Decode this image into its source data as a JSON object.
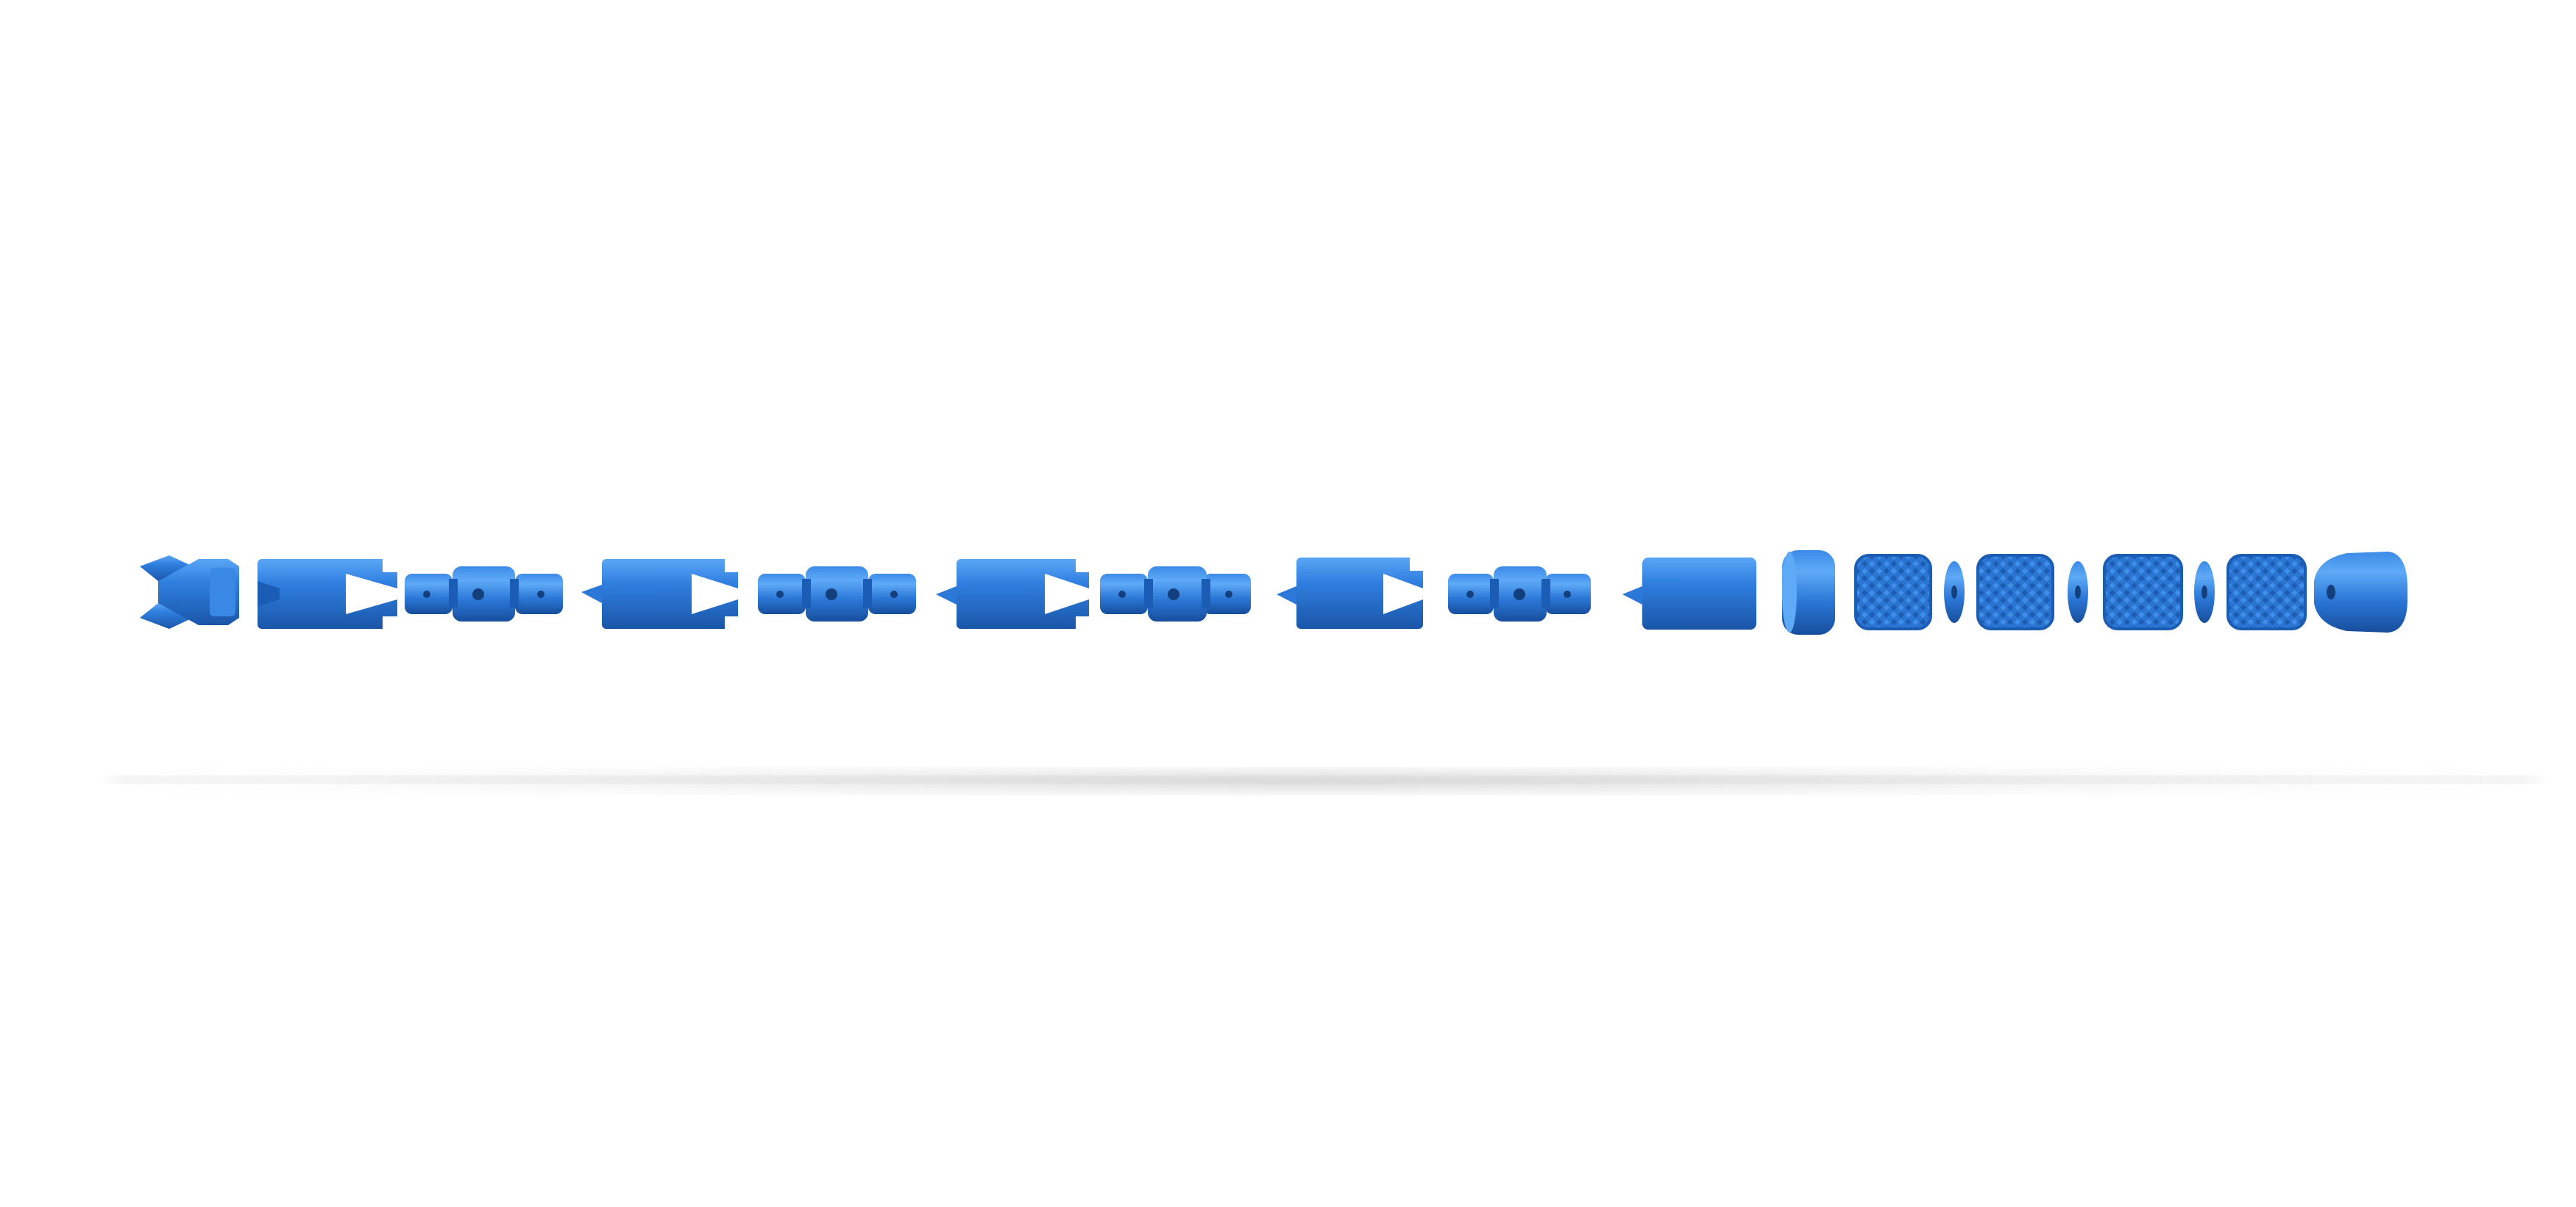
{
  "scene": {
    "subject": "exploded-assembly-render",
    "colors": {
      "background": "#ffffff",
      "part": "#2f7fe0",
      "part_light": "#4f9cf0",
      "part_dark": "#1b5cb5",
      "shadow": "#9a9a9a"
    },
    "parts": [
      {
        "kind": "claw-tip"
      },
      {
        "kind": "slotted-block"
      },
      {
        "kind": "universal-joint"
      },
      {
        "kind": "slotted-block"
      },
      {
        "kind": "universal-joint"
      },
      {
        "kind": "slotted-block"
      },
      {
        "kind": "universal-joint"
      },
      {
        "kind": "slotted-block"
      },
      {
        "kind": "universal-joint"
      },
      {
        "kind": "end-block"
      },
      {
        "kind": "cap"
      },
      {
        "kind": "knurled-ring"
      },
      {
        "kind": "washer"
      },
      {
        "kind": "knurled-ring"
      },
      {
        "kind": "washer"
      },
      {
        "kind": "knurled-ring"
      },
      {
        "kind": "washer"
      },
      {
        "kind": "knurled-ring"
      },
      {
        "kind": "end-cone"
      }
    ]
  }
}
